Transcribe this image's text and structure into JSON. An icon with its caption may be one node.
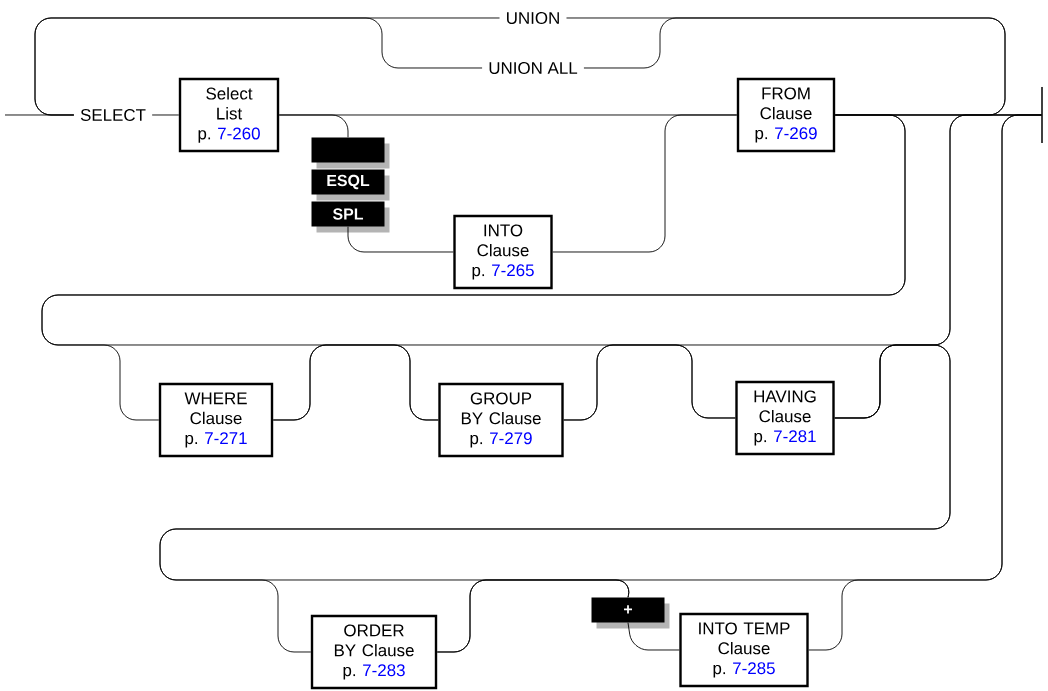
{
  "diagram": {
    "nodes": [
      {
        "text": [
          "UNION"
        ]
      },
      {
        "text": [
          "UNION ALL"
        ]
      },
      {
        "text": [
          "SELECT"
        ]
      },
      {
        "text": [
          "Select List",
          "p.",
          "7-260"
        ]
      },
      {
        "text": [
          "FROM Clause",
          "p.",
          "7-269"
        ]
      },
      {
        "text": [],
        "shape": "box"
      },
      {
        "text": [
          "ESQL"
        ]
      },
      {
        "text": [
          "SPL"
        ]
      },
      {
        "text": [
          "INTO Clause",
          "p.",
          "7-265"
        ]
      },
      {
        "text": [
          "WHERE Clause",
          "p.",
          "7-271"
        ]
      },
      {
        "text": [
          "GROUP BY Clause",
          "p.",
          "7-279"
        ]
      },
      {
        "text": [
          "HAVING Clause",
          "p.",
          "7-281"
        ]
      },
      {
        "text": [
          "+"
        ]
      },
      {
        "text": [
          "ORDER BY Clause",
          "p.",
          "7-283"
        ]
      },
      {
        "text": [
          "INTO TEMP Clause",
          "p.",
          "7-285"
        ]
      },
      {
        "text": [],
        "shape": "bar"
      }
    ],
    "edges": [
      {
        "from": null,
        "to": 2,
        "arrow": "none"
      },
      {
        "from": 2,
        "to": 3,
        "arrow": "none"
      },
      {
        "from": 3,
        "to": 4,
        "arrow": "none"
      },
      {
        "from": 3,
        "to": 5,
        "arrow": "none"
      },
      {
        "from": 7,
        "to": 8,
        "arrow": "none"
      },
      {
        "from": 8,
        "to": 4,
        "arrow": "none"
      },
      {
        "from": 4,
        "to": 15,
        "arrow": "none"
      },
      {
        "from": 4,
        "to": 9,
        "arrow": "none"
      },
      {
        "from": 9,
        "to": 10,
        "arrow": "none"
      },
      {
        "from": 10,
        "to": 11,
        "arrow": "none"
      },
      {
        "from": 11,
        "to": 15,
        "arrow": "none"
      },
      {
        "from": 11,
        "to": 13,
        "arrow": "none"
      },
      {
        "from": 11,
        "to": 12,
        "arrow": "none"
      },
      {
        "from": 13,
        "to": 12,
        "arrow": "none"
      },
      {
        "from": 12,
        "to": 14,
        "arrow": "none"
      },
      {
        "from": 14,
        "to": 15,
        "arrow": "none"
      },
      {
        "from": 13,
        "to": 15,
        "arrow": "none"
      },
      {
        "from": 4,
        "to": 10,
        "arrow": "none"
      },
      {
        "from": 9,
        "to": 11,
        "arrow": "none"
      },
      {
        "from": 10,
        "to": 15,
        "arrow": "none"
      },
      {
        "from": 4,
        "to": 0,
        "arrow": "none"
      },
      {
        "from": 4,
        "to": 1,
        "arrow": "none"
      },
      {
        "from": 0,
        "to": 2,
        "arrow": "none"
      },
      {
        "from": 1,
        "to": 2,
        "arrow": "none"
      }
    ]
  }
}
